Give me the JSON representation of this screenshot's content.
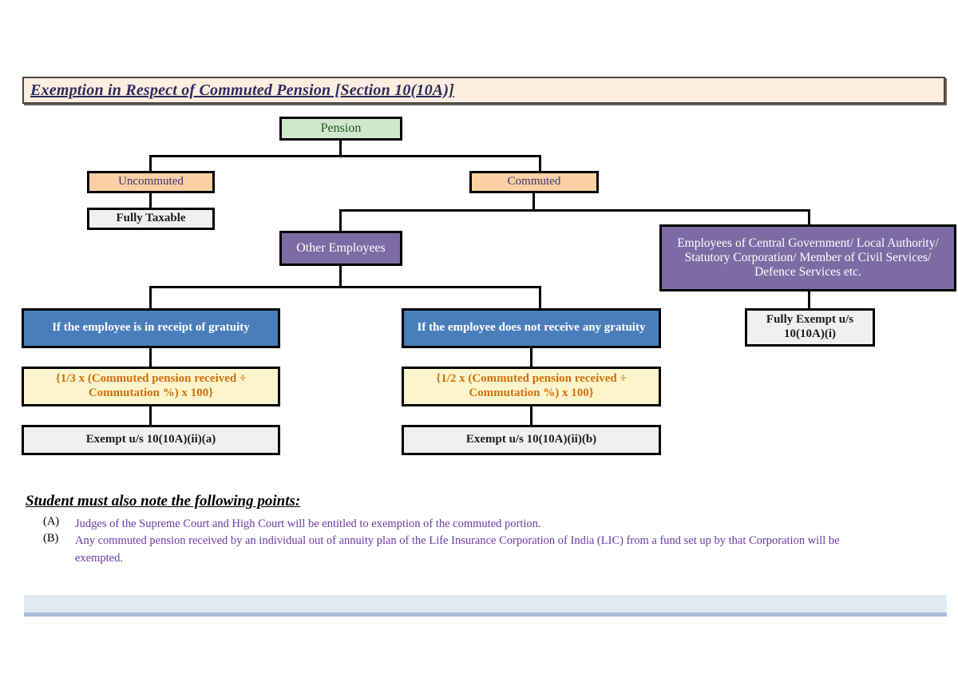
{
  "title": {
    "text": "Exemption in Respect of Commuted Pension [Section 10(10A)]"
  },
  "colors": {
    "title_bg": "#fdeee0",
    "title_text": "#2e2b5f",
    "green_box": "#cfe7cb",
    "orange_box": "#fad0a4",
    "gray_box": "#f0f0f0",
    "purple_box": "#7d6ba5",
    "blue_box": "#4a7ebb",
    "yellow_box": "#fcf5cc",
    "formula_text": "#d2700d",
    "note_text": "#6c3ba6",
    "footer_band": "#dfeaf2",
    "footer_rule": "#a8bcd8"
  },
  "flowchart": {
    "root": "Pension",
    "nodes": {
      "pension": "Pension",
      "uncommuted": "Uncommuted",
      "fully_taxable": "Fully Taxable",
      "commuted": "Commuted",
      "other_employees": "Other Employees",
      "central_govt": "Employees of Central Government/ Local Authority/ Statutory Corporation/ Member of Civil Services/ Defence Services etc.",
      "with_gratuity": "If the employee is in receipt of gratuity",
      "without_gratuity": "If the employee does not receive any gratuity",
      "fully_exempt": "Fully Exempt u/s 10(10A)(i)",
      "formula_one_third": "{1/3 x (Commuted pension received ÷ Commutation %) x 100}",
      "formula_one_half": "{1/2 x (Commuted pension received ÷ Commutation %) x 100}",
      "exempt_a": "Exempt u/s 10(10A)(ii)(a)",
      "exempt_b": "Exempt u/s 10(10A)(ii)(b)"
    }
  },
  "notes": {
    "heading": "Student must also note the following points:",
    "items": [
      {
        "marker": "(A)",
        "text": "Judges of the Supreme Court and High Court will be entitled to exemption of the commuted portion."
      },
      {
        "marker": "(B)",
        "text": "Any commuted pension received by an individual out of annuity plan of the Life Insurance Corporation of India (LIC) from a fund set up by that Corporation will be exempted."
      }
    ]
  }
}
